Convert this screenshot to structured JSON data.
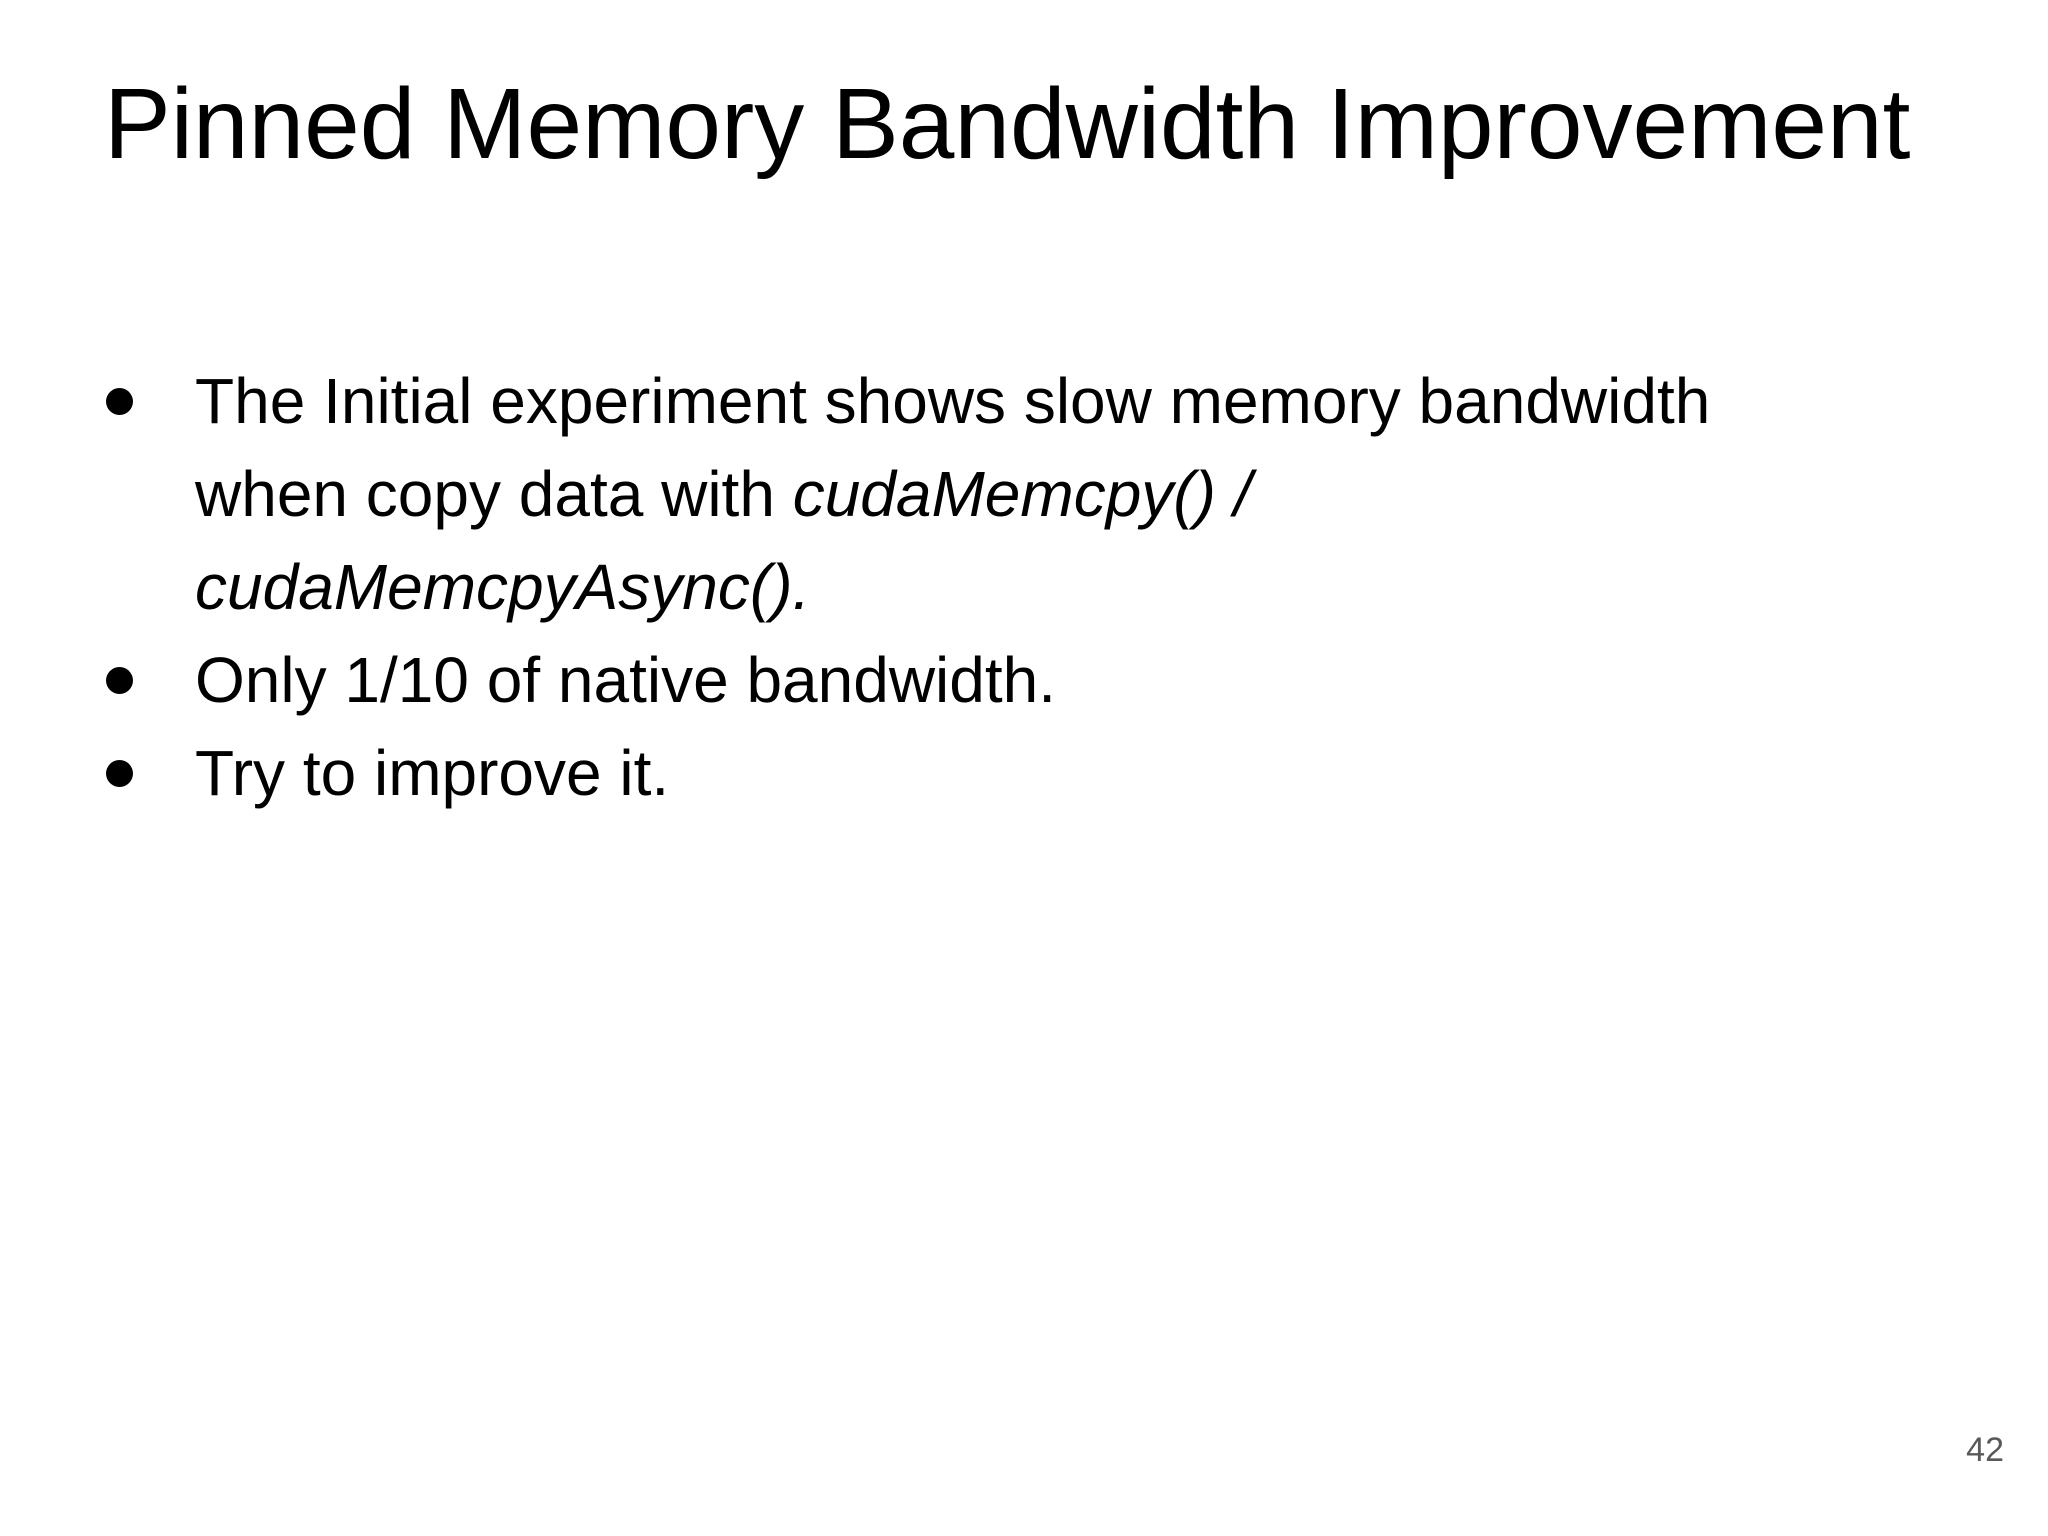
{
  "slide": {
    "title": "Pinned Memory Bandwidth Improvement",
    "bullets": [
      {
        "lines": [
          [
            {
              "text": "The Initial experiment shows slow memory bandwidth",
              "italic": false
            }
          ],
          [
            {
              "text": "when copy data with ",
              "italic": false
            },
            {
              "text": "cudaMemcpy() /",
              "italic": true
            }
          ],
          [
            {
              "text": "cudaMemcpyAsync().",
              "italic": true
            }
          ]
        ]
      },
      {
        "lines": [
          [
            {
              "text": "Only 1/10 of native bandwidth.",
              "italic": false
            }
          ]
        ]
      },
      {
        "lines": [
          [
            {
              "text": "Try to improve it.",
              "italic": false
            }
          ]
        ]
      }
    ],
    "page_number": "42"
  },
  "colors": {
    "background": "#ffffff",
    "text": "#000000",
    "page_number": "#595959"
  }
}
